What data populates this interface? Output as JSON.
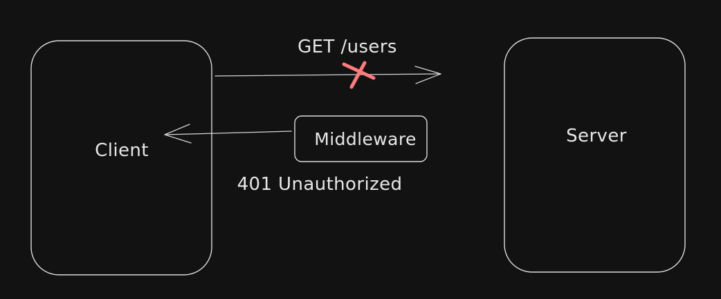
{
  "diagram": {
    "client_label": "Client",
    "server_label": "Server",
    "middleware_label": "Middleware",
    "request_label": "GET /users",
    "response_label": "401 Unauthorized",
    "blocked_marker_color": "#ff7b7b"
  }
}
